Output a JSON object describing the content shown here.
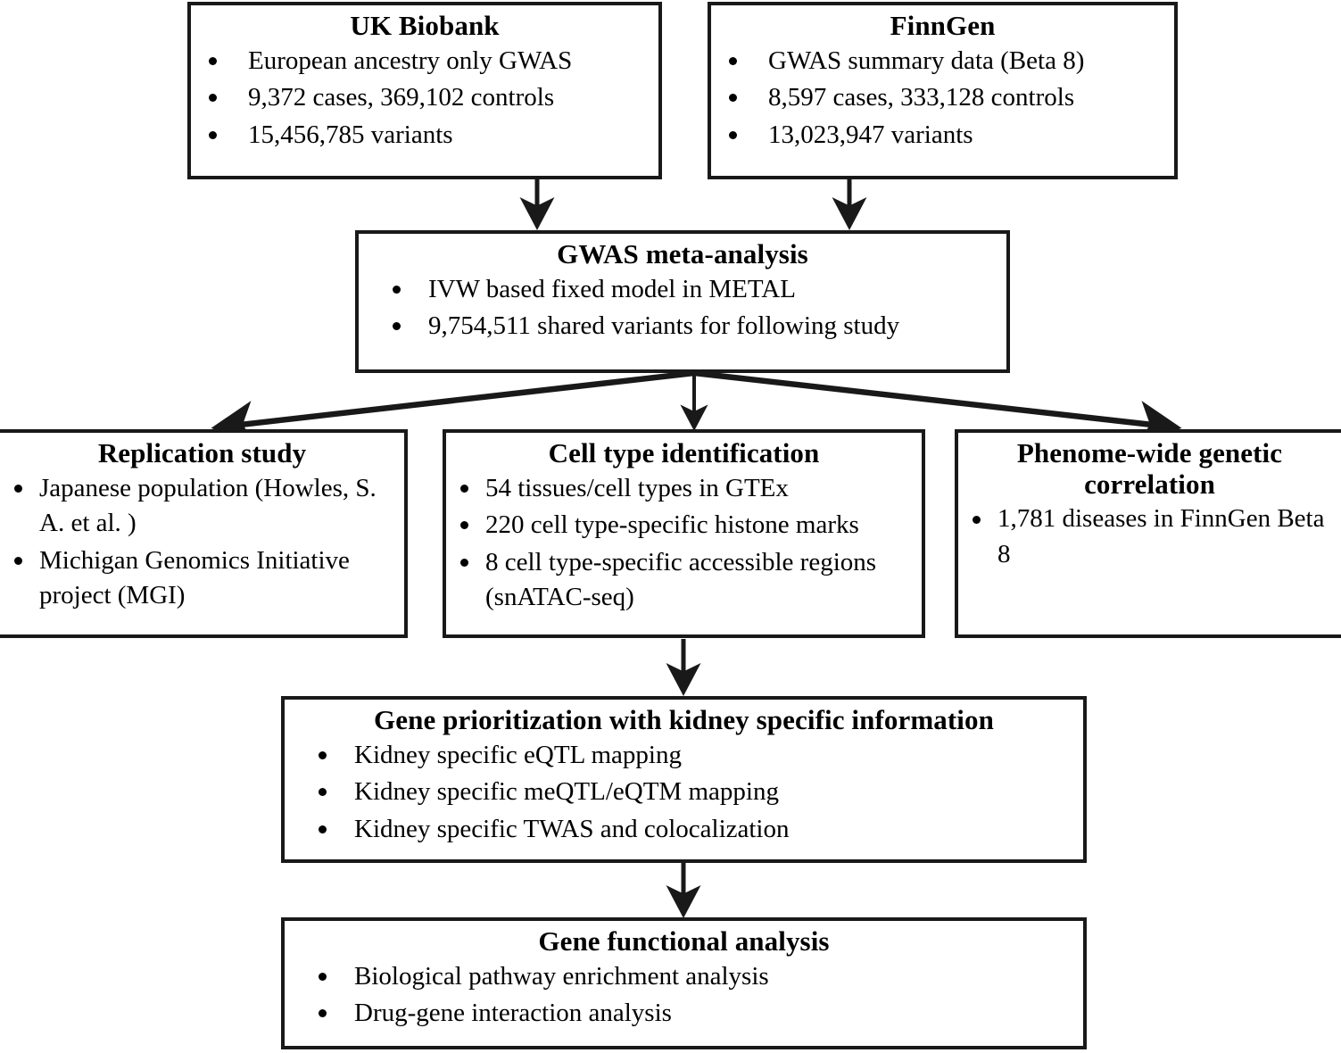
{
  "diagram": {
    "title": "GWAS study design flowchart",
    "line_color": "#191919",
    "background": "#ffffff"
  },
  "boxes": {
    "uk_biobank": {
      "title": "UK Biobank",
      "bullets": [
        "European ancestry only GWAS",
        "9,372 cases, 369,102 controls",
        "15,456,785 variants"
      ]
    },
    "finngen": {
      "title": "FinnGen",
      "bullets": [
        "GWAS summary data (Beta 8)",
        "8,597 cases, 333,128 controls",
        "13,023,947 variants"
      ]
    },
    "gwas_meta": {
      "title": "GWAS meta-analysis",
      "bullets": [
        "IVW based fixed model in METAL",
        "9,754,511 shared variants for following study"
      ]
    },
    "replication": {
      "title": "Replication study",
      "bullets": [
        "Japanese population (Howles, S. A. et al. )",
        "Michigan Genomics Initiative project (MGI)"
      ]
    },
    "cell_type": {
      "title": "Cell type identification",
      "bullets": [
        "54 tissues/cell types in GTEx",
        "220 cell type-specific histone marks",
        "8 cell type-specific accessible regions (snATAC-seq)"
      ]
    },
    "phenome_wide": {
      "title": "Phenome-wide genetic correlation",
      "bullets": [
        "1,781 diseases in FinnGen Beta 8"
      ]
    },
    "gene_prioritization": {
      "title": "Gene prioritization with kidney specific information",
      "bullets": [
        "Kidney specific eQTL mapping",
        "Kidney specific meQTL/eQTM mapping",
        "Kidney specific TWAS and colocalization"
      ]
    },
    "gene_functional": {
      "title": "Gene functional analysis",
      "bullets": [
        "Biological pathway enrichment analysis",
        "Drug-gene interaction analysis"
      ]
    }
  }
}
